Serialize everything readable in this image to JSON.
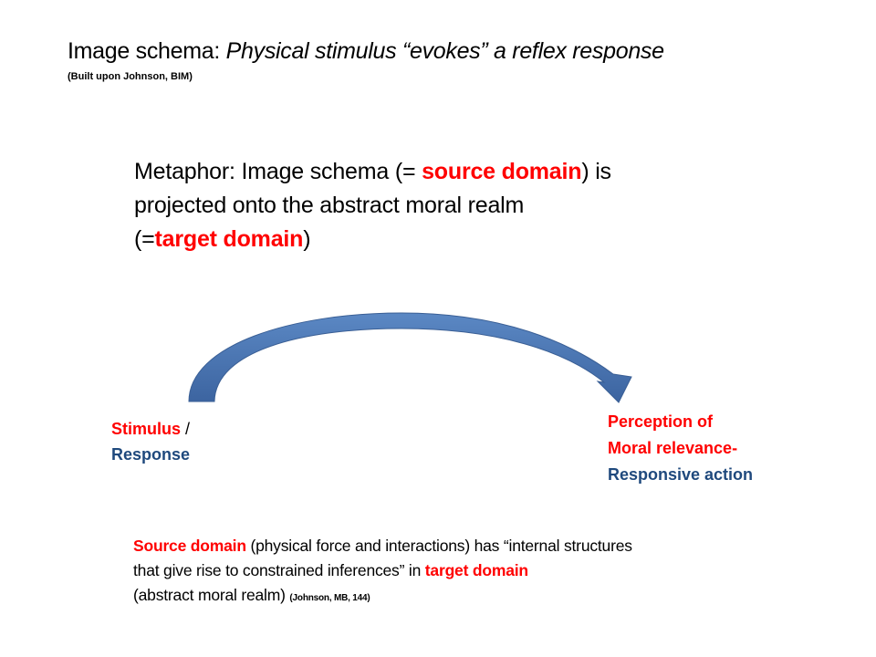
{
  "title": {
    "prefix": "Image schema: ",
    "italic": "Physical stimulus “evokes” a reflex response"
  },
  "subtitle": "(Built upon Johnson, BIM)",
  "metaphor": {
    "t1": "Metaphor: Image schema (= ",
    "source": "source domain",
    "t2": ") is",
    "line2": "projected onto the abstract moral realm",
    "t3": "(=",
    "target": "target domain",
    "t4": ")"
  },
  "left_label": {
    "stimulus": "Stimulus",
    "slash": " /",
    "response": "Response"
  },
  "right_label": {
    "line1": "Perception of",
    "line2": "Moral relevance-",
    "line3": "Responsive action"
  },
  "bottom": {
    "source": "Source domain",
    "t1": " (physical force and interactions) has “internal structures",
    "t2": "that give rise to constrained inferences” in ",
    "target": "target domain",
    "t3": "(abstract moral realm) ",
    "cite": "(Johnson, MB, 144)"
  },
  "colors": {
    "accent_red": "#ff0000",
    "label_blue": "#1f497d",
    "arrow": "#4a76b0"
  }
}
